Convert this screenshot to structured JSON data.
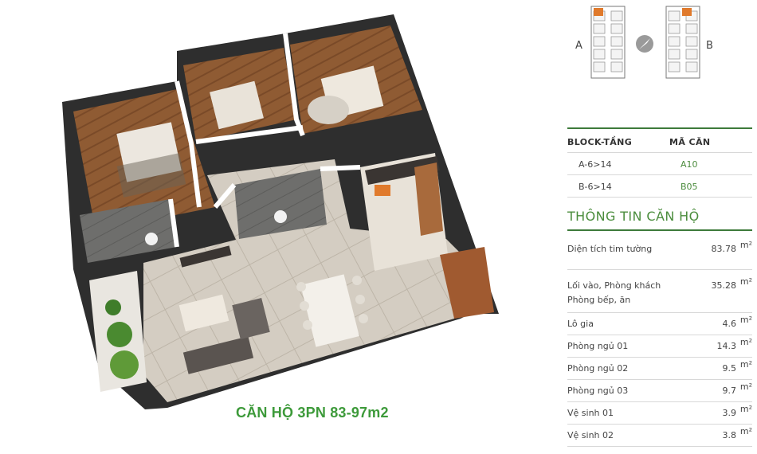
{
  "caption": "CĂN HỘ 3PN 83-97m2",
  "key_plan": {
    "label_a": "A",
    "label_b": "B"
  },
  "unit_table": {
    "headers": [
      "BLOCK-TẦNG",
      "MÃ CĂN"
    ],
    "rows": [
      {
        "block": "A-6>14",
        "code": "A10"
      },
      {
        "block": "B-6>14",
        "code": "B05"
      }
    ]
  },
  "info": {
    "title": "THÔNG TIN CĂN HỘ",
    "unit": "m²",
    "rows": [
      {
        "label": "Diện tích tim tường",
        "value": "83.78"
      },
      {
        "label": "Lối vào, Phòng khách",
        "label2": "Phòng bếp, ăn",
        "value": "35.28"
      },
      {
        "label": "Lô gia",
        "value": "4.6"
      },
      {
        "label": "Phòng ngủ 01",
        "value": "14.3"
      },
      {
        "label": "Phòng ngủ 02",
        "value": "9.5"
      },
      {
        "label": "Phòng ngủ 03",
        "value": "9.7"
      },
      {
        "label": "Vệ sinh 01",
        "value": "3.9"
      },
      {
        "label": "Vệ sinh 02",
        "value": "3.8"
      }
    ]
  },
  "colors": {
    "accent_green": "#3d9a3a",
    "rule_green": "#3d7a3a",
    "wall": "#3a3a3a",
    "wood_floor": "#8a5a34",
    "tile_floor": "#cfc8bd",
    "kitchen_orange": "#e07a2c"
  }
}
